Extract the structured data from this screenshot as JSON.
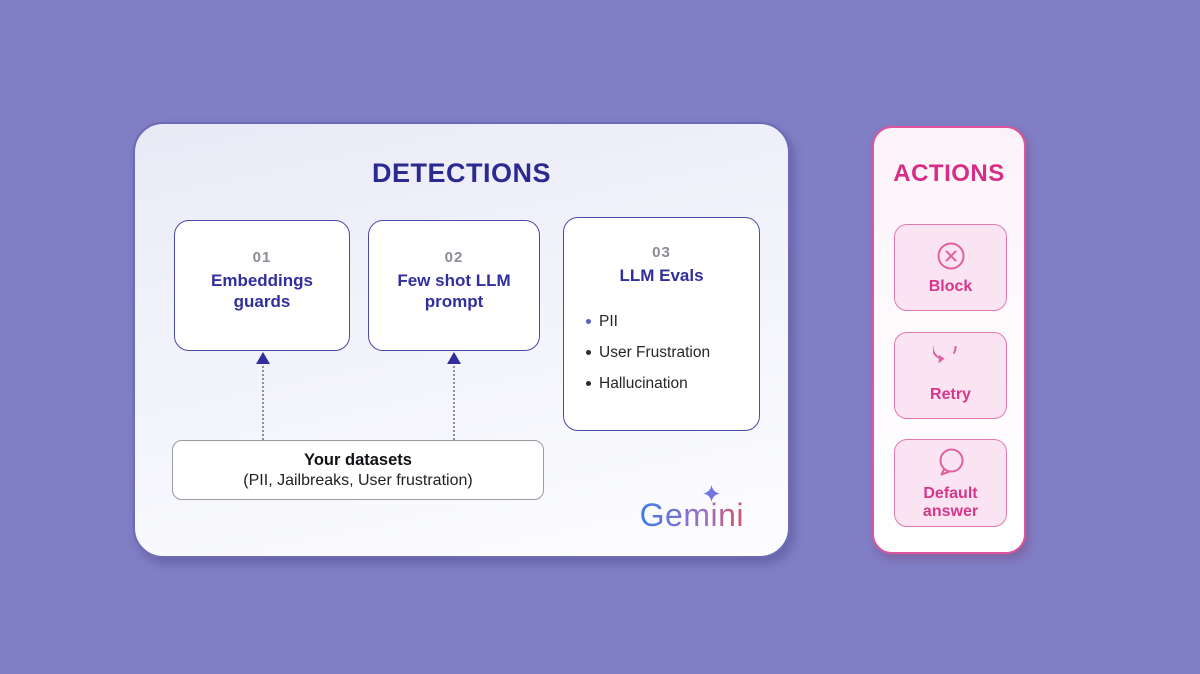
{
  "detections": {
    "title": "DETECTIONS",
    "cards": [
      {
        "number": "01",
        "title": "Embeddings guards"
      },
      {
        "number": "02",
        "title": "Few shot LLM prompt"
      },
      {
        "number": "03",
        "title": "LLM Evals",
        "bullets": [
          "PII",
          "User Frustration",
          "Hallucination"
        ]
      }
    ],
    "datasets_box": {
      "title": "Your datasets",
      "subtitle": "(PII, Jailbreaks, User frustration)"
    }
  },
  "actions": {
    "title": "ACTIONS",
    "buttons": [
      {
        "icon": "block-circle-x-icon",
        "label": "Block"
      },
      {
        "icon": "retry-arrow-icon",
        "label": "Retry"
      },
      {
        "icon": "speech-bubble-icon",
        "label": "Default answer"
      }
    ]
  },
  "logo": {
    "name": "Gemini"
  },
  "colors": {
    "background": "#807EC5",
    "detections_title": "#2B2A90",
    "card_border": "#4B49A8",
    "card_title": "#312F9E",
    "card_number": "#8B8B95",
    "arrow": "#312F9E",
    "actions_title": "#D62E87",
    "button_fill": "#FAE4F1",
    "button_border": "#E27AB0",
    "gemini_gradient_start": "#3E7DE8",
    "gemini_gradient_end": "#D5556A"
  }
}
